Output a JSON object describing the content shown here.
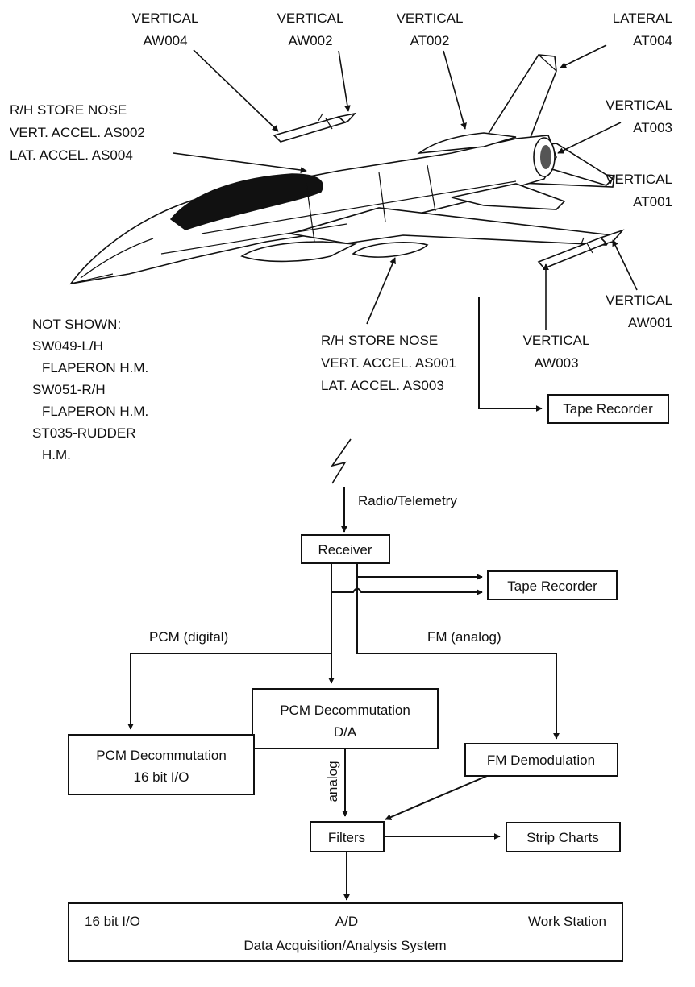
{
  "sensors": {
    "aw004": [
      "VERTICAL",
      "AW004"
    ],
    "aw002": [
      "VERTICAL",
      "AW002"
    ],
    "at002": [
      "VERTICAL",
      "AT002"
    ],
    "at004": [
      "LATERAL",
      "AT004"
    ],
    "at003": [
      "VERTICAL",
      "AT003"
    ],
    "at001": [
      "VERTICAL",
      "AT001"
    ],
    "aw001": [
      "VERTICAL",
      "AW001"
    ],
    "aw003": [
      "VERTICAL",
      "AW003"
    ],
    "store_left": [
      "R/H STORE NOSE",
      "VERT. ACCEL. AS002",
      "LAT. ACCEL. AS004"
    ],
    "store_right": [
      "R/H STORE NOSE",
      "VERT. ACCEL. AS001",
      "LAT. ACCEL. AS003"
    ]
  },
  "not_shown": [
    "NOT SHOWN:",
    "SW049-L/H",
    "FLAPERON H.M.",
    "SW051-R/H",
    "FLAPERON H.M.",
    "ST035-RUDDER",
    "H.M."
  ],
  "onboard_recorder": "Tape Recorder",
  "link_label": "Radio/Telemetry",
  "receiver": "Receiver",
  "ground_recorder": "Tape Recorder",
  "pcm_label": "PCM (digital)",
  "fm_label": "FM (analog)",
  "pcm_da": [
    "PCM Decommutation",
    "D/A"
  ],
  "pcm_io": [
    "PCM Decommutation",
    "16 bit I/O"
  ],
  "analog_label": "analog",
  "fm_demod": "FM Demodulation",
  "filters": "Filters",
  "strip_charts": "Strip Charts",
  "daq": {
    "left": "16 bit I/O",
    "center": "A/D",
    "right": "Work Station",
    "name": "Data Acquisition/Analysis System"
  }
}
